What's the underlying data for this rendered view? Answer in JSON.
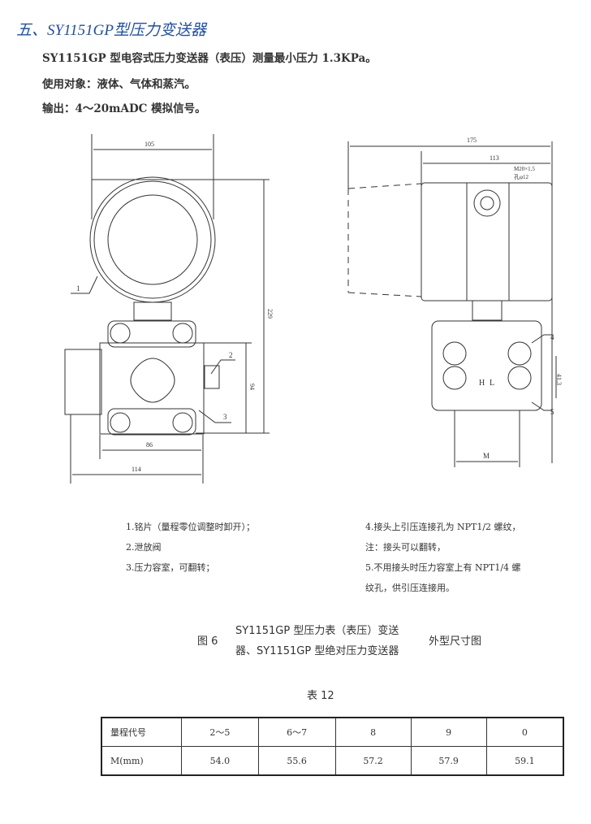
{
  "heading": "五、SY1151GP型压力变送器",
  "intro": [
    "SY1151GP 型电容式压力变送器（表压）测量最小压力 1.3KPa。",
    "使用对象：液体、气体和蒸汽。",
    "输出：4～20mADC 模拟信号。"
  ],
  "drawing_left": {
    "dims": {
      "top_width": "105",
      "height": "229",
      "body_height": "94",
      "body_width": "86",
      "total_width": "114"
    },
    "callouts": [
      "1",
      "2",
      "3"
    ]
  },
  "drawing_right": {
    "dims": {
      "total_length": "175",
      "head_length": "113",
      "thread": "M20×1.5",
      "hole": "孔φ12",
      "spacing": "41.3",
      "m_label": "M",
      "h_label": "H",
      "l_label": "L"
    },
    "callouts": [
      "4",
      "5"
    ]
  },
  "notes_left": [
    "1.铭片（量程零位调整时卸开）；",
    "2.泄放阀",
    "3.压力容室，可翻转；"
  ],
  "notes_right": [
    "4.接头上引压连接孔为 NPT1/2 螺纹，",
    "注：接头可以翻转，",
    "5.不用接头时压力容室上有 NPT1/4 螺",
    "纹孔，供引压连接用。"
  ],
  "figure_caption": {
    "number": "图 6",
    "line1": "SY1151GP 型压力表（表压）变送",
    "line2": "器、SY1151GP 型绝对压力变送器",
    "suffix": "外型尺寸图"
  },
  "table": {
    "title": "表 12",
    "rows": [
      [
        "量程代号",
        "2～5",
        "6～7",
        "8",
        "9",
        "0"
      ],
      [
        "M(mm)",
        "54.0",
        "55.6",
        "57.2",
        "57.9",
        "59.1"
      ]
    ]
  }
}
